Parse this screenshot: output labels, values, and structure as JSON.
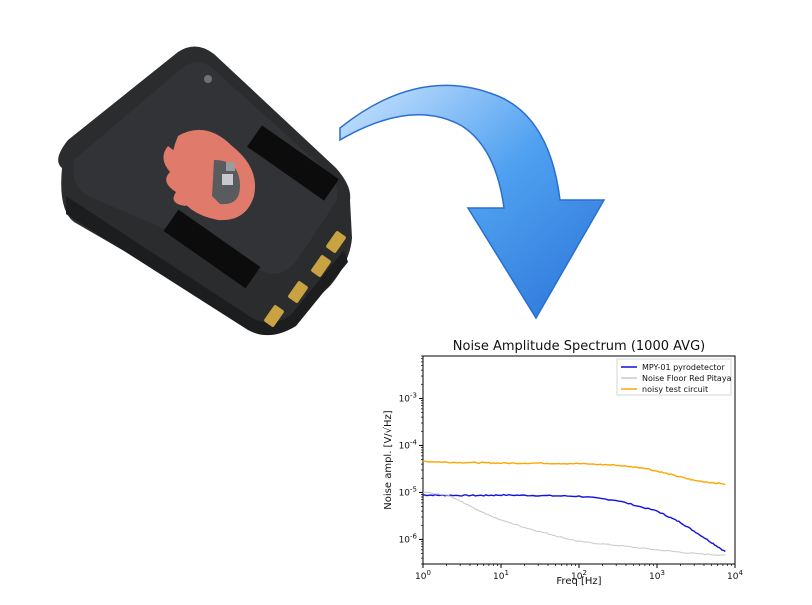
{
  "colors": {
    "device_body": "#2a2b2d",
    "device_logo": "#e07a6a",
    "arrow_blue": "#3d8fe8",
    "series_blue": "#1010e0",
    "series_gray": "#c8c8c8",
    "series_orange": "#ffa500"
  },
  "icons": {
    "device": "red-pitaya-board-illustration",
    "arrow": "curved-arrow-down-right"
  },
  "chart_data": {
    "type": "line",
    "title": "Noise Amplitude Spectrum (1000 AVG)",
    "xlabel": "Freq [Hz]",
    "ylabel": "Noise ampl. [V/√Hz]",
    "x_scale": "log",
    "y_scale": "log",
    "xlim": [
      1,
      10000
    ],
    "ylim": [
      3e-07,
      0.008
    ],
    "x_ticks": [
      "10^0",
      "10^1",
      "10^2",
      "10^3",
      "10^4"
    ],
    "y_ticks": [
      "10^-6",
      "10^-5",
      "10^-4",
      "10^-3"
    ],
    "grid": false,
    "legend_position": "top-right",
    "series": [
      {
        "name": "MPY-01 pyrodetector",
        "color": "#1010e0",
        "x": [
          1,
          2,
          5,
          10,
          30,
          100,
          300,
          1000,
          2000,
          4000,
          7500
        ],
        "y": [
          8.8e-06,
          8.7e-06,
          8.6e-06,
          8.8e-06,
          8.6e-06,
          8.3e-06,
          6.8e-06,
          4e-06,
          2.3e-06,
          1.1e-06,
          5.5e-07
        ]
      },
      {
        "name": "Noise Floor Red Pitaya",
        "color": "#c8c8c8",
        "x": [
          1,
          2,
          3,
          5,
          7,
          10,
          20,
          50,
          100,
          300,
          1000,
          3000,
          7500
        ],
        "y": [
          1e-05,
          9e-06,
          6.5e-06,
          4.2e-06,
          3.3e-06,
          2.6e-06,
          1.8e-06,
          1.2e-06,
          9e-07,
          7.5e-07,
          6e-07,
          5e-07,
          4.6e-07
        ]
      },
      {
        "name": "noisy test circuit",
        "color": "#ffa500",
        "x": [
          1,
          2,
          5,
          10,
          30,
          100,
          300,
          700,
          1500,
          3000,
          7500
        ],
        "y": [
          4.6e-05,
          4.4e-05,
          4.3e-05,
          4.2e-05,
          4.2e-05,
          4.1e-05,
          3.8e-05,
          3.3e-05,
          2.4e-05,
          1.8e-05,
          1.5e-05
        ]
      }
    ]
  }
}
